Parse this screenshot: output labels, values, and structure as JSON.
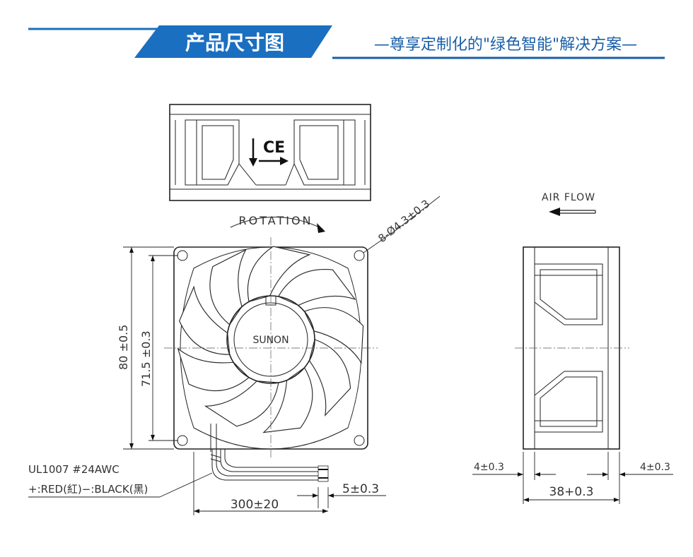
{
  "header": {
    "title": "产品尺寸图",
    "subtitle": "—尊享定制化的\"绿色智能\"解决方案—",
    "accent_color": "#1b6fc0",
    "line_color": "#1a5fa8"
  },
  "labels": {
    "ce_mark": "CE",
    "rotation": "ROTATION",
    "air_flow": "AIR FLOW",
    "hole_spec": "8-Ø4.3±0.3",
    "hub_brand": "SUNON",
    "height_dim": "80 ±0.5",
    "hole_pitch_dim": "71.5 ±0.3",
    "wire_spec": "UL1007  #24AWC",
    "wire_colors": "+:RED(紅)−:BLACK(黑)",
    "strip_len_dim": "5±0.3",
    "lead_len_dim": "300±20",
    "flange_left_dim": "4±0.3",
    "flange_right_dim": "4±0.3",
    "depth_dim": "38+0.3"
  },
  "icons": {
    "airflow_arrow": "left-arrow-icon",
    "down_arrow": "down-arrow-icon",
    "right_arrow": "right-arrow-icon"
  }
}
